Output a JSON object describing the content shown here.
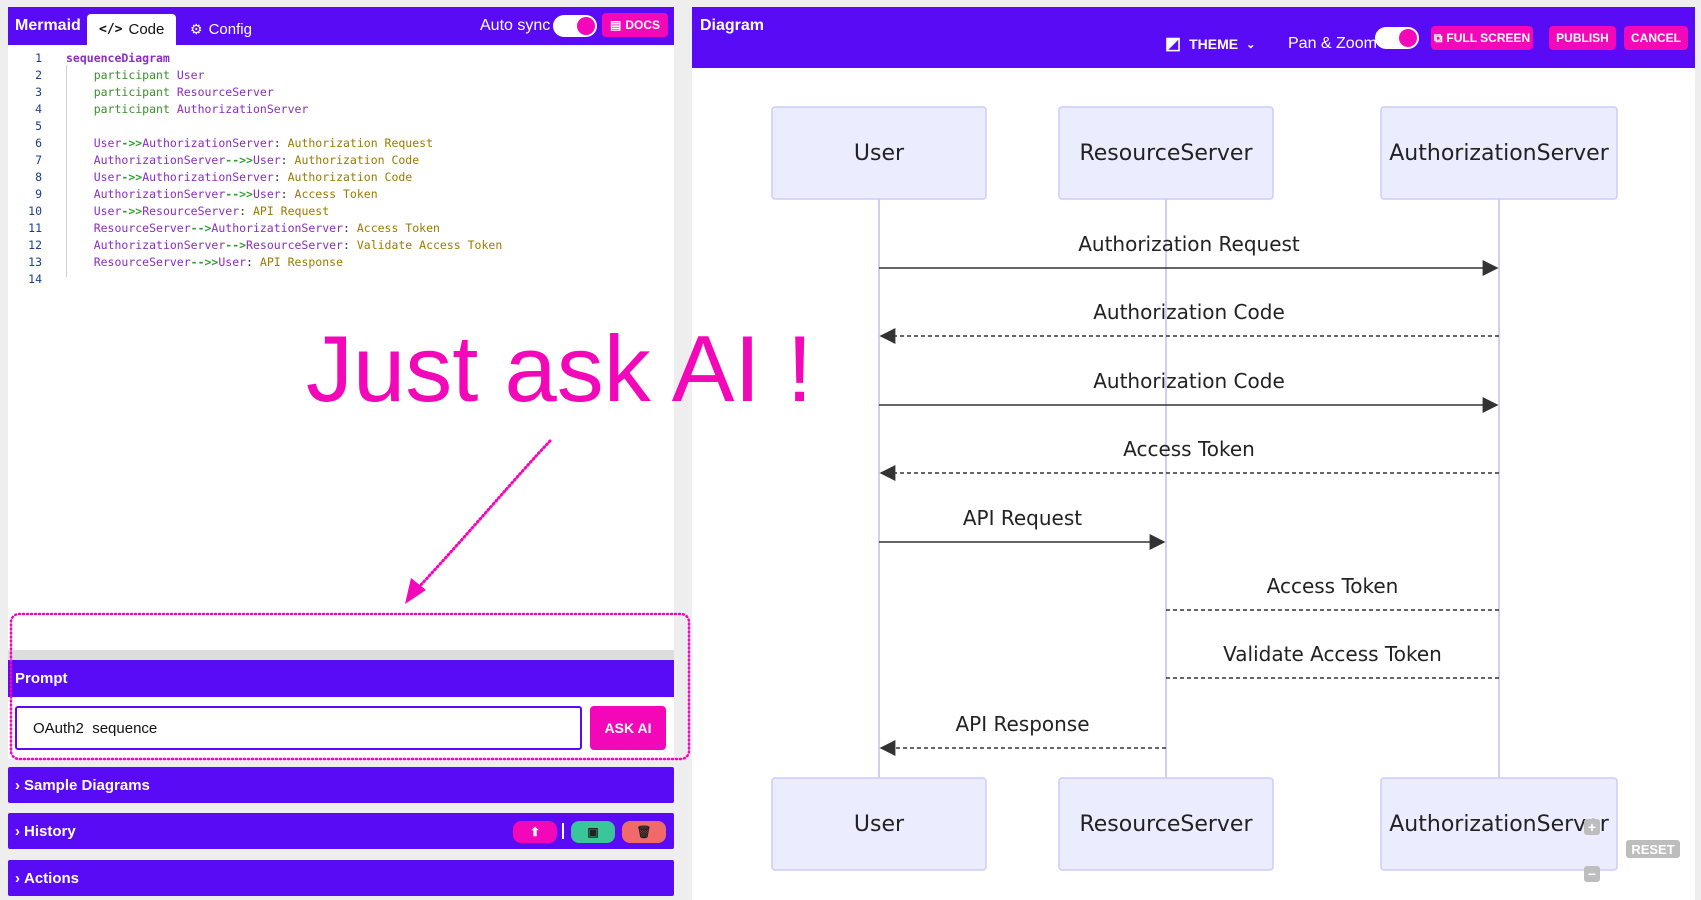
{
  "editor": {
    "brand": "Mermaid",
    "tabs": {
      "code": "Code",
      "config": "Config"
    },
    "auto_sync_label": "Auto sync",
    "docs_label": "DOCS",
    "lines": [
      {
        "n": "1"
      },
      {
        "n": "2"
      },
      {
        "n": "3"
      },
      {
        "n": "4"
      },
      {
        "n": "5"
      },
      {
        "n": "6"
      },
      {
        "n": "7"
      },
      {
        "n": "8"
      },
      {
        "n": "9"
      },
      {
        "n": "10"
      },
      {
        "n": "11"
      },
      {
        "n": "12"
      },
      {
        "n": "13"
      },
      {
        "n": "14"
      }
    ],
    "code": {
      "keyword": "sequenceDiagram",
      "participant_kw": "participant",
      "participants": [
        "User",
        "ResourceServer",
        "AuthorizationServer"
      ],
      "messages": [
        {
          "from": "User",
          "arrow": "->>",
          "to": "AuthorizationServer",
          "text": "Authorization Request"
        },
        {
          "from": "AuthorizationServer",
          "arrow": "-->>",
          "to": "User",
          "text": "Authorization Code"
        },
        {
          "from": "User",
          "arrow": "->>",
          "to": "AuthorizationServer",
          "text": "Authorization Code"
        },
        {
          "from": "AuthorizationServer",
          "arrow": "-->>",
          "to": "User",
          "text": "Access Token"
        },
        {
          "from": "User",
          "arrow": "->>",
          "to": "ResourceServer",
          "text": "API Request"
        },
        {
          "from": "ResourceServer",
          "arrow": "-->",
          "to": "AuthorizationServer",
          "text": "Access Token"
        },
        {
          "from": "AuthorizationServer",
          "arrow": "-->",
          "to": "ResourceServer",
          "text": "Validate Access Token"
        },
        {
          "from": "ResourceServer",
          "arrow": "-->>",
          "to": "User",
          "text": "API Response"
        }
      ]
    }
  },
  "prompt": {
    "title": "Prompt",
    "value": "OAuth2  sequence",
    "ask_label": "ASK AI"
  },
  "sections": {
    "samples": "Sample Diagrams",
    "history": "History",
    "actions": "Actions"
  },
  "overlay": {
    "text": "Just ask AI !"
  },
  "diagram": {
    "title": "Diagram",
    "theme_label": "THEME",
    "pan_zoom_label": "Pan & Zoom",
    "buttons": {
      "fullscreen": "FULL SCREEN",
      "publish": "PUBLISH",
      "cancel": "CANCEL"
    },
    "participants": [
      "User",
      "ResourceServer",
      "AuthorizationServer"
    ],
    "messages": [
      {
        "from": 0,
        "to": 2,
        "text": "Authorization Request",
        "dashed": false
      },
      {
        "from": 2,
        "to": 0,
        "text": "Authorization Code",
        "dashed": true
      },
      {
        "from": 0,
        "to": 2,
        "text": "Authorization Code",
        "dashed": false
      },
      {
        "from": 2,
        "to": 0,
        "text": "Access Token",
        "dashed": true
      },
      {
        "from": 0,
        "to": 1,
        "text": "API Request",
        "dashed": false
      },
      {
        "from": 1,
        "to": 2,
        "text": "Access Token",
        "dashed": true,
        "open": true
      },
      {
        "from": 2,
        "to": 1,
        "text": "Validate Access Token",
        "dashed": true,
        "open": true
      },
      {
        "from": 1,
        "to": 0,
        "text": "API Response",
        "dashed": true
      }
    ],
    "reset_label": "RESET"
  },
  "colors": {
    "primary": "#5a0bf5",
    "accent": "#f208b8",
    "actor_fill": "#ececff",
    "actor_stroke": "#ccccff",
    "lifeline": "#d6cdf5",
    "save_button": "#3ac59a",
    "delete_button": "#f06a6a"
  }
}
